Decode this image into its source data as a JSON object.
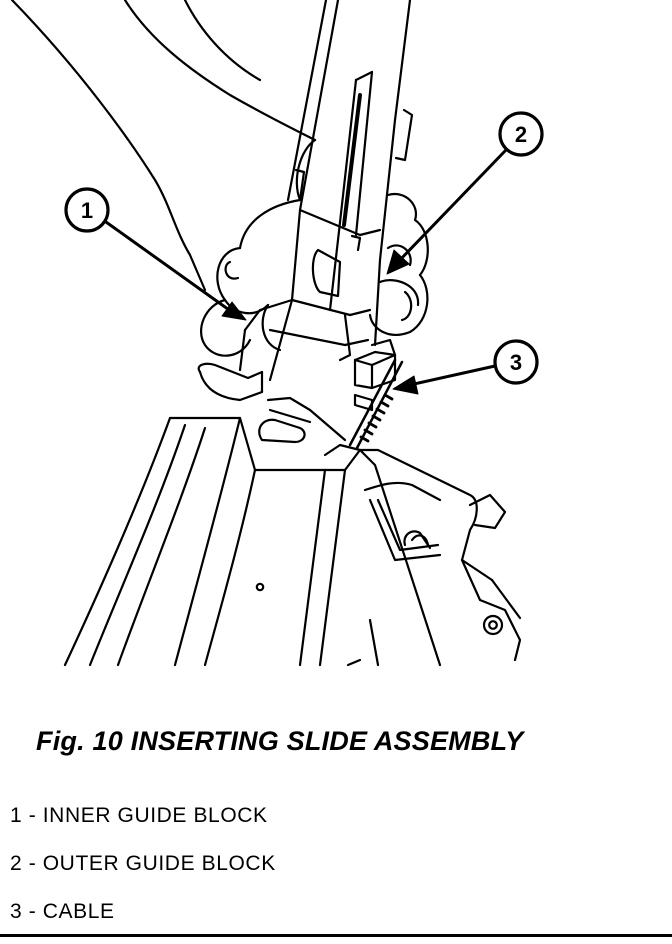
{
  "figure": {
    "caption": "Fig. 10 INSERTING SLIDE ASSEMBLY",
    "callouts": [
      {
        "number": "1",
        "label": "1 - INNER GUIDE BLOCK"
      },
      {
        "number": "2",
        "label": "2 - OUTER GUIDE BLOCK"
      },
      {
        "number": "3",
        "label": "3 - CABLE"
      }
    ]
  }
}
